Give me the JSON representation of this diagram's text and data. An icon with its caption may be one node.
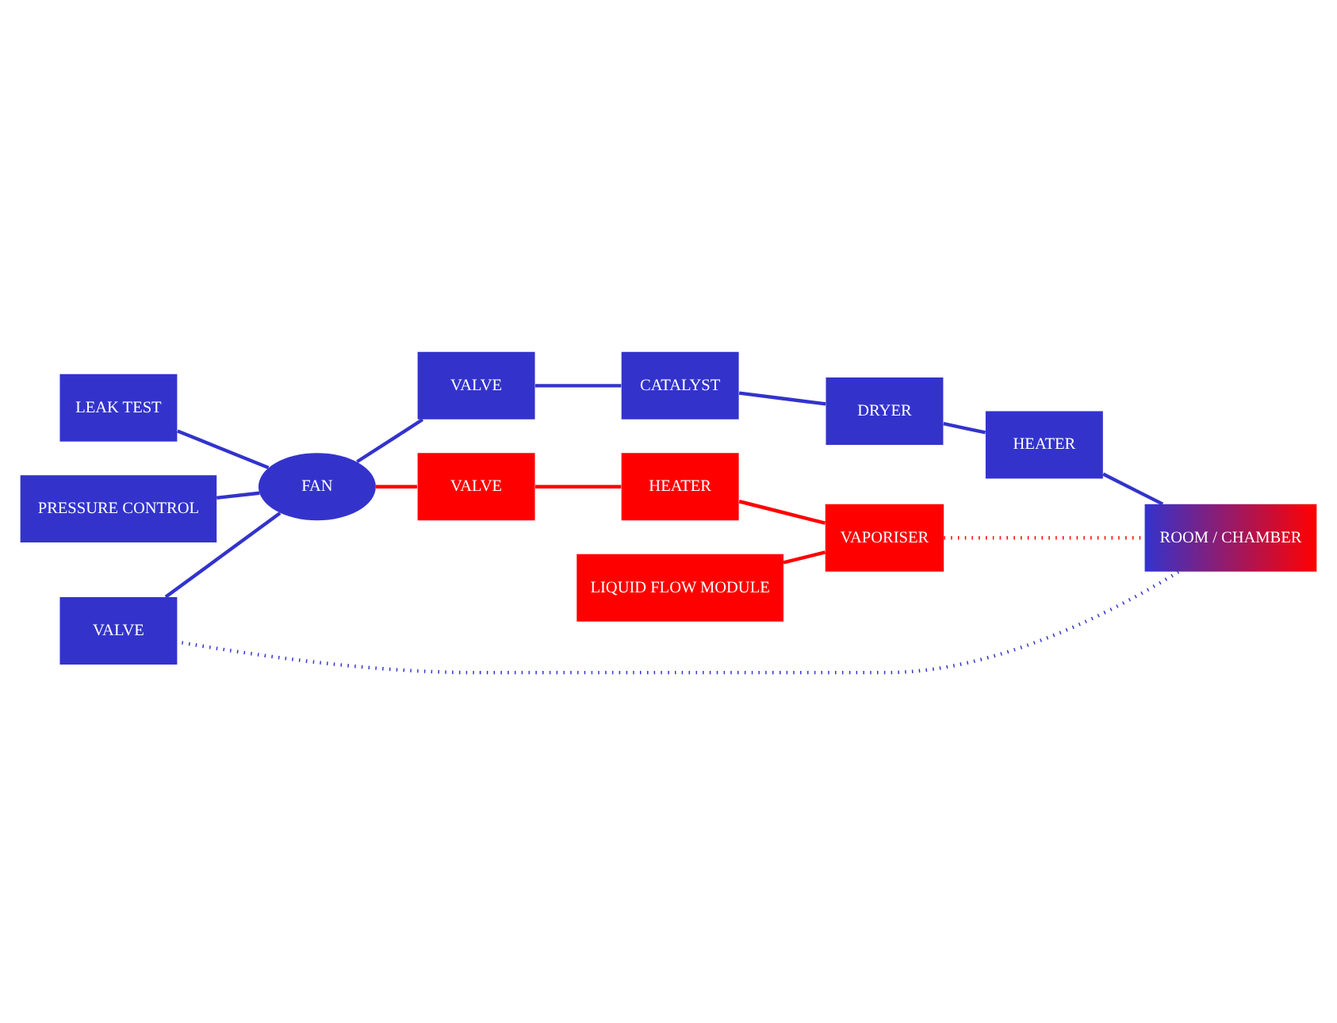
{
  "diagram": {
    "nodes": [
      {
        "text": [
          "VALVE"
        ]
      },
      {
        "text": [
          "LEAK TEST"
        ]
      },
      {
        "text": [
          "PRESSURE CONTROL"
        ]
      },
      {
        "text": [
          "ROOM / CHAMBER"
        ]
      },
      {
        "text": [
          "FAN"
        ]
      },
      {
        "text": [
          "VALVE"
        ]
      },
      {
        "text": [
          "CATALYST"
        ]
      },
      {
        "text": [
          "DRYER"
        ]
      },
      {
        "text": [
          "HEATER"
        ]
      },
      {
        "text": [
          "LIQUID FLOW MODULE"
        ]
      },
      {
        "text": [
          "VALVE"
        ]
      },
      {
        "text": [
          "HEATER"
        ]
      },
      {
        "text": [
          "VAPORISER"
        ]
      }
    ],
    "edges": [
      {
        "from": 3,
        "to": 0,
        "arrow": "none",
        "style": "dashed"
      },
      {
        "from": 0,
        "to": 4,
        "arrow": "none"
      },
      {
        "from": 1,
        "to": 4,
        "arrow": "none"
      },
      {
        "from": 2,
        "to": 4,
        "arrow": "none"
      },
      {
        "from": 4,
        "to": 5,
        "arrow": "none"
      },
      {
        "from": 5,
        "to": 6,
        "arrow": "none"
      },
      {
        "from": 6,
        "to": 7,
        "arrow": "none"
      },
      {
        "from": 7,
        "to": 8,
        "arrow": "none"
      },
      {
        "from": 8,
        "to": 3,
        "arrow": "none"
      },
      {
        "from": 4,
        "to": 10,
        "arrow": "none",
        "color": "#ff0000"
      },
      {
        "from": 10,
        "to": 11,
        "arrow": "none",
        "color": "#ff0000"
      },
      {
        "from": 11,
        "to": 12,
        "arrow": "none",
        "color": "#ff0000"
      },
      {
        "from": 9,
        "to": 12,
        "arrow": "none",
        "color": "#ff0000"
      },
      {
        "from": 12,
        "to": 3,
        "arrow": "none",
        "style": "dashed",
        "color": "#ff0000"
      }
    ]
  }
}
